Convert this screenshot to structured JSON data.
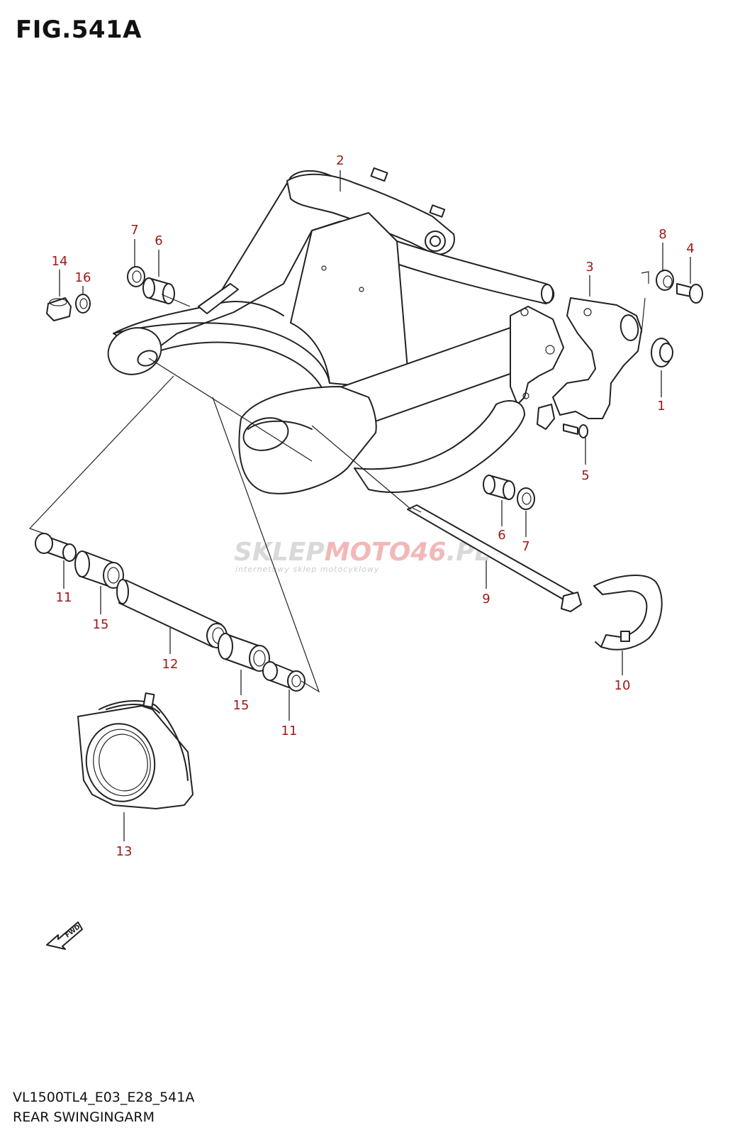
{
  "figure": {
    "title": "FIG.541A",
    "model_code": "VL1500TL4_E03_E28_541A",
    "part_group_name": "REAR SWINGINGARM"
  },
  "watermark": {
    "main_prefix": "SKLEP",
    "main_accent": "MOTO46",
    "main_suffix": ".PL",
    "tagline": "internetowy sklep motocyklowy"
  },
  "fwd_label": "FWD",
  "callouts": [
    {
      "id": "c1",
      "label": "1"
    },
    {
      "id": "c2",
      "label": "2"
    },
    {
      "id": "c3",
      "label": "3"
    },
    {
      "id": "c4",
      "label": "4"
    },
    {
      "id": "c5",
      "label": "5"
    },
    {
      "id": "c6a",
      "label": "6"
    },
    {
      "id": "c6b",
      "label": "6"
    },
    {
      "id": "c7a",
      "label": "7"
    },
    {
      "id": "c7b",
      "label": "7"
    },
    {
      "id": "c8",
      "label": "8"
    },
    {
      "id": "c9",
      "label": "9"
    },
    {
      "id": "c10",
      "label": "10"
    },
    {
      "id": "c11a",
      "label": "11"
    },
    {
      "id": "c11b",
      "label": "11"
    },
    {
      "id": "c12",
      "label": "12"
    },
    {
      "id": "c13",
      "label": "13"
    },
    {
      "id": "c14",
      "label": "14"
    },
    {
      "id": "c15a",
      "label": "15"
    },
    {
      "id": "c15b",
      "label": "15"
    },
    {
      "id": "c16",
      "label": "16"
    }
  ],
  "colors": {
    "callout_text": "#a01818",
    "line_art": "#222222",
    "watermark_grey": "#d9d9d9",
    "watermark_accent": "#f2b8b8"
  }
}
